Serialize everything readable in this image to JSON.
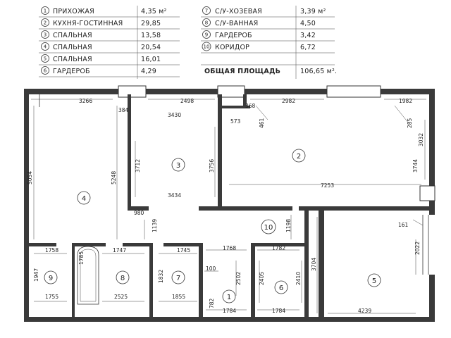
{
  "legend": {
    "left": [
      {
        "num": "1",
        "name": "ПРИХОЖАЯ",
        "area": "4,35 м²"
      },
      {
        "num": "2",
        "name": "КУХНЯ-ГОСТИННАЯ",
        "area": "29,85"
      },
      {
        "num": "3",
        "name": "СПАЛЬНАЯ",
        "area": "13,58"
      },
      {
        "num": "4",
        "name": "СПАЛЬНАЯ",
        "area": "20,54"
      },
      {
        "num": "5",
        "name": "СПАЛЬНАЯ",
        "area": "16,01"
      },
      {
        "num": "6",
        "name": "ГАРДЕРОБ",
        "area": "4,29"
      }
    ],
    "right": [
      {
        "num": "7",
        "name": "С/У-ХОЗЕВАЯ",
        "area": "3,39 м²"
      },
      {
        "num": "8",
        "name": "С/У-ВАННАЯ",
        "area": "4,50"
      },
      {
        "num": "9",
        "name": "ГАРДЕРОБ",
        "area": "3,42"
      },
      {
        "num": "10",
        "name": "КОРИДОР",
        "area": "6,72"
      }
    ],
    "total_label": "ОБЩАЯ ПЛОЩАДЬ",
    "total_value": "106,65 м²."
  },
  "rooms": {
    "r1": "1",
    "r2": "2",
    "r3": "3",
    "r4": "4",
    "r5": "5",
    "r6": "6",
    "r7": "7",
    "r8": "8",
    "r9": "9",
    "r10": "10"
  },
  "dims": {
    "d3266": "3266",
    "d384": "384",
    "d2498": "2498",
    "d3430": "3430",
    "d368": "368",
    "d573": "573",
    "d461": "461",
    "d2982": "2982",
    "d1982": "1982",
    "d285": "285",
    "d3032": "3032",
    "d3744": "3744",
    "d5054": "5054",
    "d5248": "5248",
    "d3712": "3712",
    "d3756": "3756",
    "d3434": "3434",
    "d7253": "7253",
    "d980": "980",
    "d1139": "1139",
    "d1198": "1198",
    "d161": "161",
    "d3704": "3704",
    "d2022": "2022",
    "d1758": "1758",
    "d1747": "1747",
    "d1745": "1745",
    "d1768": "1768",
    "d1782": "1782",
    "d1947": "1947",
    "d1785": "1785",
    "d1832": "1832",
    "d100": "100",
    "d2502": "2502",
    "d2405": "2405",
    "d2410": "2410",
    "d1755": "1755",
    "d2525": "2525",
    "d1855": "1855",
    "d782": "782",
    "d1784a": "1784",
    "d1784b": "1784",
    "d4239": "4239"
  }
}
